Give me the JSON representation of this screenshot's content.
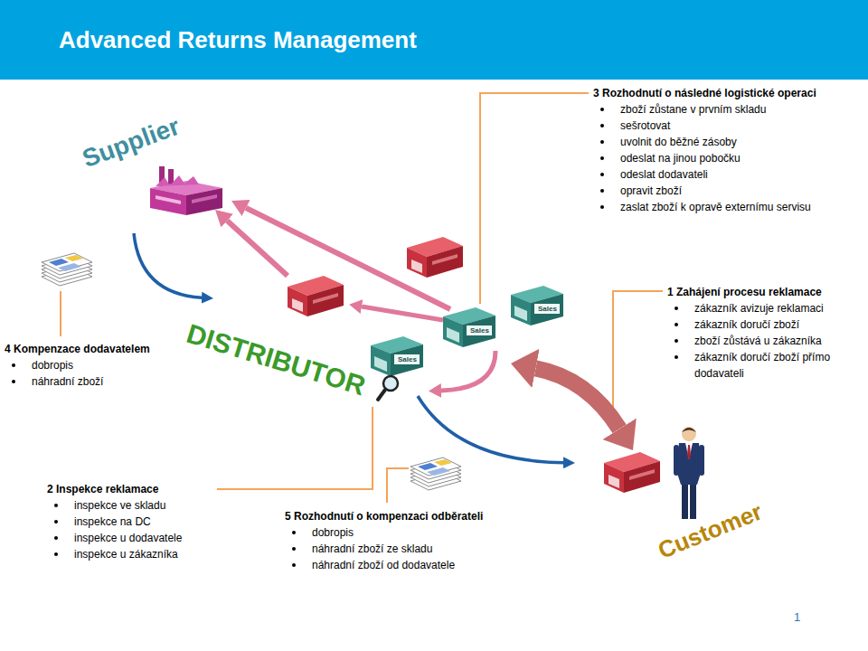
{
  "diagram": {
    "title": "Advanced Returns Management",
    "nodes": [
      {
        "text": [
          "Supplier"
        ]
      },
      {
        "text": [
          "DISTRIBUTOR"
        ]
      },
      {
        "text": [
          "Customer"
        ]
      }
    ],
    "edges": [
      {
        "from": 0,
        "to": 1,
        "arrow": "to"
      },
      {
        "from": 1,
        "to": 0,
        "arrow": "to"
      },
      {
        "from": 1,
        "to": 0,
        "arrow": "to"
      },
      {
        "from": 1,
        "to": 2,
        "arrow": "both"
      },
      {
        "from": 1,
        "to": 2,
        "arrow": "to"
      }
    ],
    "labels": [
      "3 Rozhodnutí o následné logistické operaci",
      "zboží zůstane v prvním skladu",
      "sešrotovat",
      "uvolnit do běžné zásoby",
      "odeslat na jinou pobočku",
      "odeslat dodavateli",
      "opravit zboží",
      "zaslat zboží k opravě externímu servisu",
      "1 Zahájení procesu reklamace",
      "zákazník avizuje reklamaci",
      "zákazník doručí zboží",
      "zboží zůstává u zákazníka",
      "zákazník doručí zboží přímo dodavateli",
      "4 Kompenzace dodavatelem",
      "dobropis",
      "náhradní zboží",
      "2 Inspekce reklamace",
      "inspekce ve skladu",
      "inspekce na DC",
      "inspekce u dodavatele",
      "inspekce u zákazníka",
      "5 Rozhodnutí o kompenzaci odběrateli",
      "dobropis",
      "náhradní zboží ze skladu",
      "náhradní zboží od dodavatele",
      "Sales",
      "Sales",
      "Sales",
      "1"
    ]
  }
}
